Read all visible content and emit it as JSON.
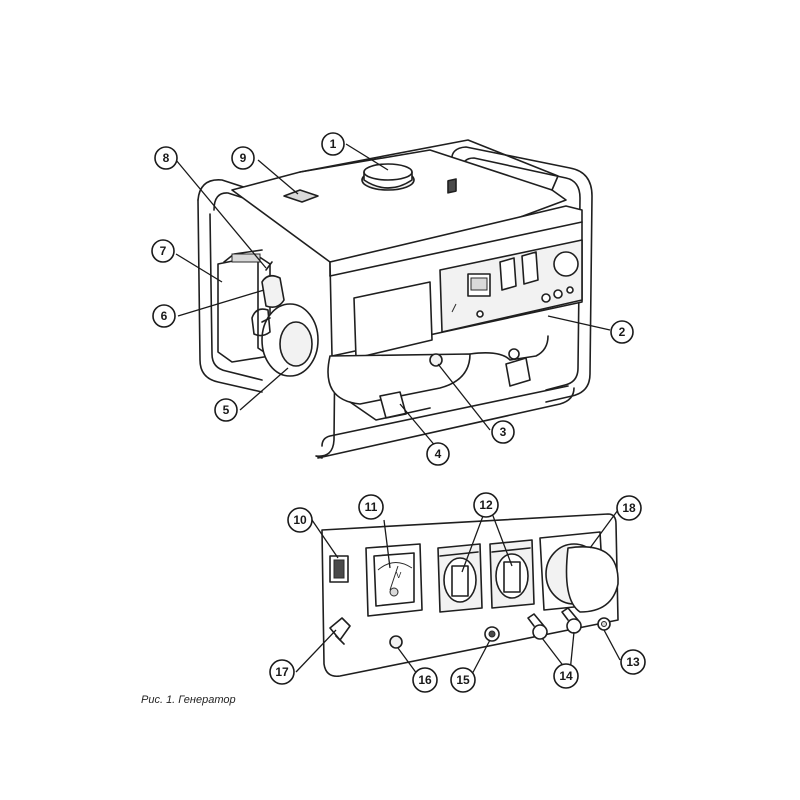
{
  "caption": "Рис. 1. Генератор",
  "meter": {
    "scale_label": "V"
  },
  "callouts": [
    {
      "id": "1",
      "label": "1"
    },
    {
      "id": "2",
      "label": "2"
    },
    {
      "id": "3",
      "label": "3"
    },
    {
      "id": "4",
      "label": "4"
    },
    {
      "id": "5",
      "label": "5"
    },
    {
      "id": "6",
      "label": "6"
    },
    {
      "id": "7",
      "label": "7"
    },
    {
      "id": "8",
      "label": "8"
    },
    {
      "id": "9",
      "label": "9"
    },
    {
      "id": "10",
      "label": "10"
    },
    {
      "id": "11",
      "label": "11"
    },
    {
      "id": "12",
      "label": "12"
    },
    {
      "id": "13",
      "label": "13"
    },
    {
      "id": "14",
      "label": "14"
    },
    {
      "id": "15",
      "label": "15"
    },
    {
      "id": "16",
      "label": "16"
    },
    {
      "id": "17",
      "label": "17"
    },
    {
      "id": "18",
      "label": "18"
    }
  ]
}
